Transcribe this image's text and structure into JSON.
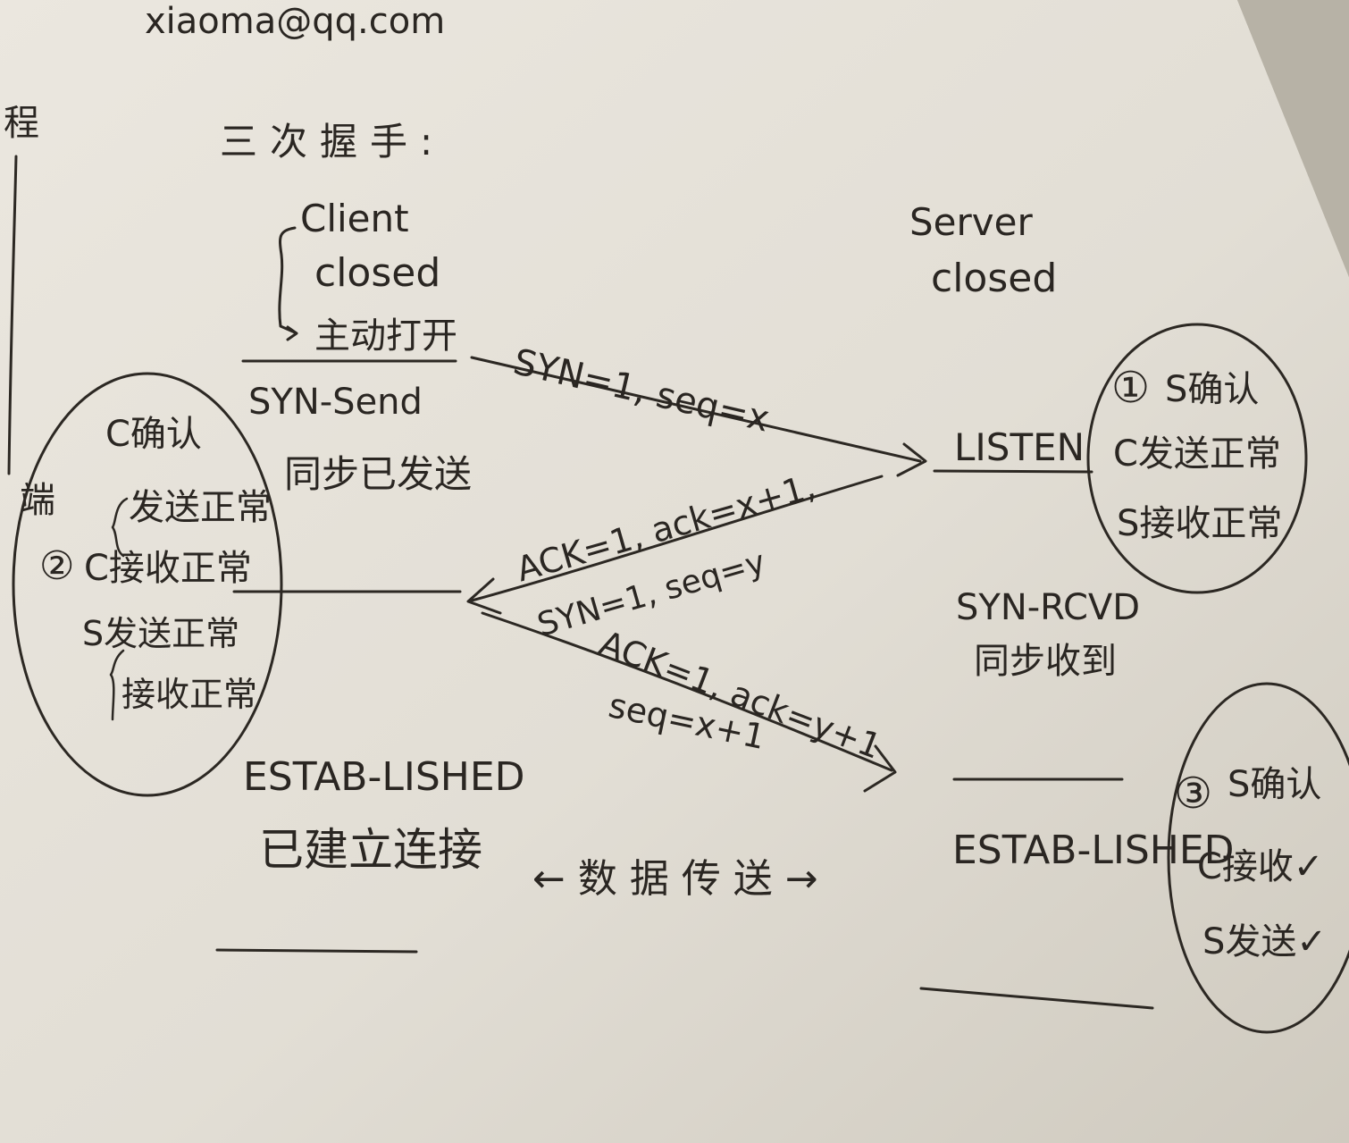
{
  "email": "xiaoma@qq.com",
  "left_edge_char": "程",
  "left_edge_side": "端",
  "title": "三次握手:",
  "client": {
    "name": "Client",
    "state_closed": "closed",
    "action": "主动打开",
    "state_syn_send": "SYN-Send",
    "state_syn_send_cn": "同步已发送",
    "state_established": "ESTAB-LISHED",
    "state_established_cn": "已建立连接"
  },
  "server": {
    "name": "Server",
    "state_closed": "closed",
    "state_listen": "LISTEN",
    "state_syn_rcvd": "SYN-RCVD",
    "state_syn_rcvd_cn": "同步收到",
    "state_established": "ESTAB-LISHED"
  },
  "messages": {
    "m1": "SYN=1, seq=x",
    "m2_line1": "ACK=1, ack=x+1,",
    "m2_line2": "SYN=1, seq=y",
    "m3_line1": "ACK=1, ack=y+1",
    "m3_line2": "seq=x+1"
  },
  "data_transfer": "← 数 据 传 送 →",
  "note_1": {
    "marker": "①",
    "lines": [
      "S确认",
      "C发送正常",
      "S接收正常"
    ]
  },
  "note_2": {
    "marker": "②",
    "header": "C确认",
    "lines": [
      "发送正常",
      "C接收正常",
      "S发送正常",
      "接收正常"
    ]
  },
  "note_3": {
    "marker": "③",
    "lines": [
      "S确认",
      "C接收✓",
      "S发送✓"
    ]
  }
}
